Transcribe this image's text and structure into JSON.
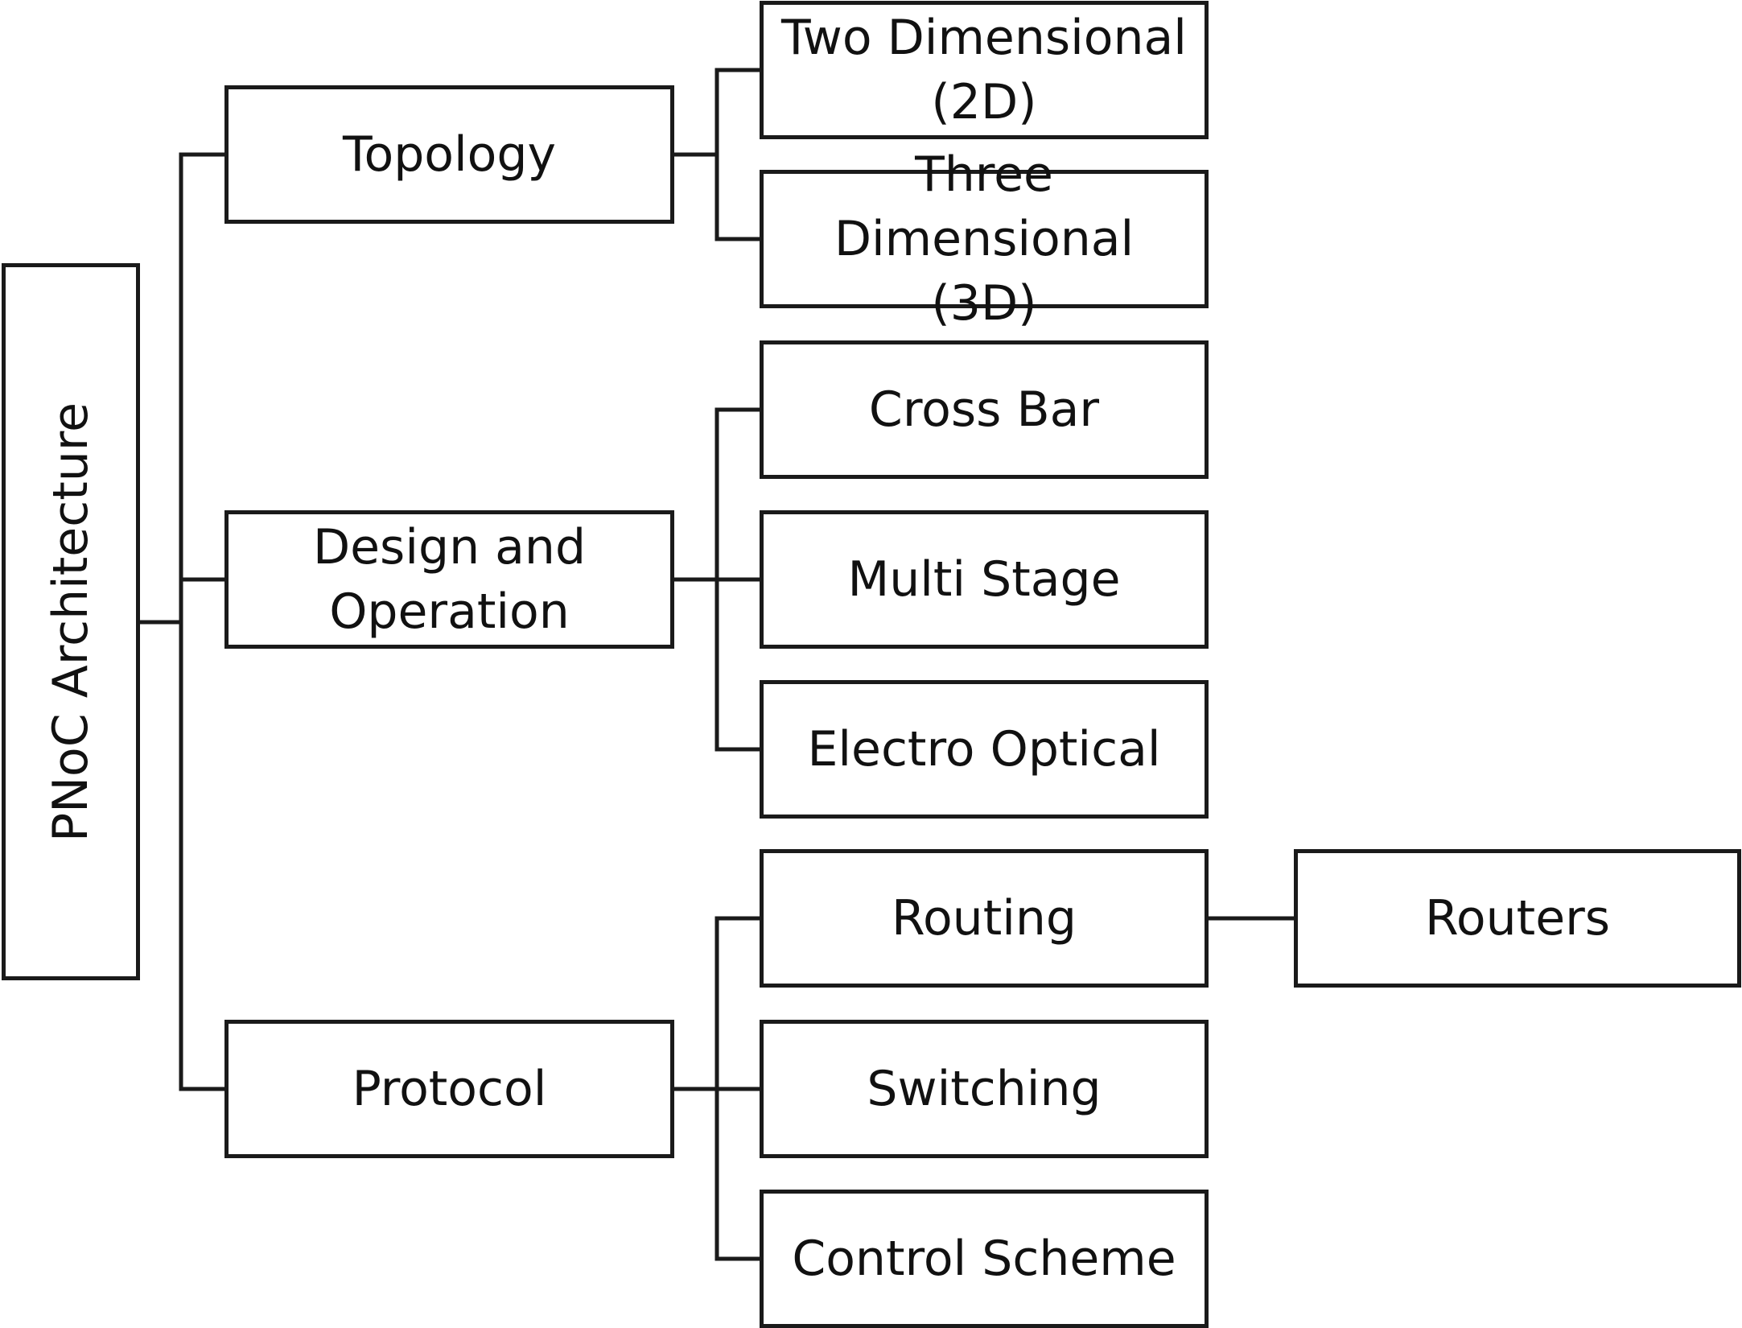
{
  "diagram": {
    "root": {
      "label": "PNoC Architecture"
    },
    "categories": [
      {
        "label": "Topology",
        "children": [
          {
            "label": "Two Dimensional\n(2D)"
          },
          {
            "label": "Three Dimensional\n(3D)"
          }
        ]
      },
      {
        "label": "Design and\nOperation",
        "children": [
          {
            "label": "Cross Bar"
          },
          {
            "label": "Multi Stage"
          },
          {
            "label": "Electro Optical"
          }
        ]
      },
      {
        "label": "Protocol",
        "children": [
          {
            "label": "Routing",
            "child": {
              "label": "Routers"
            }
          },
          {
            "label": "Switching"
          },
          {
            "label": "Control Scheme"
          }
        ]
      }
    ]
  }
}
